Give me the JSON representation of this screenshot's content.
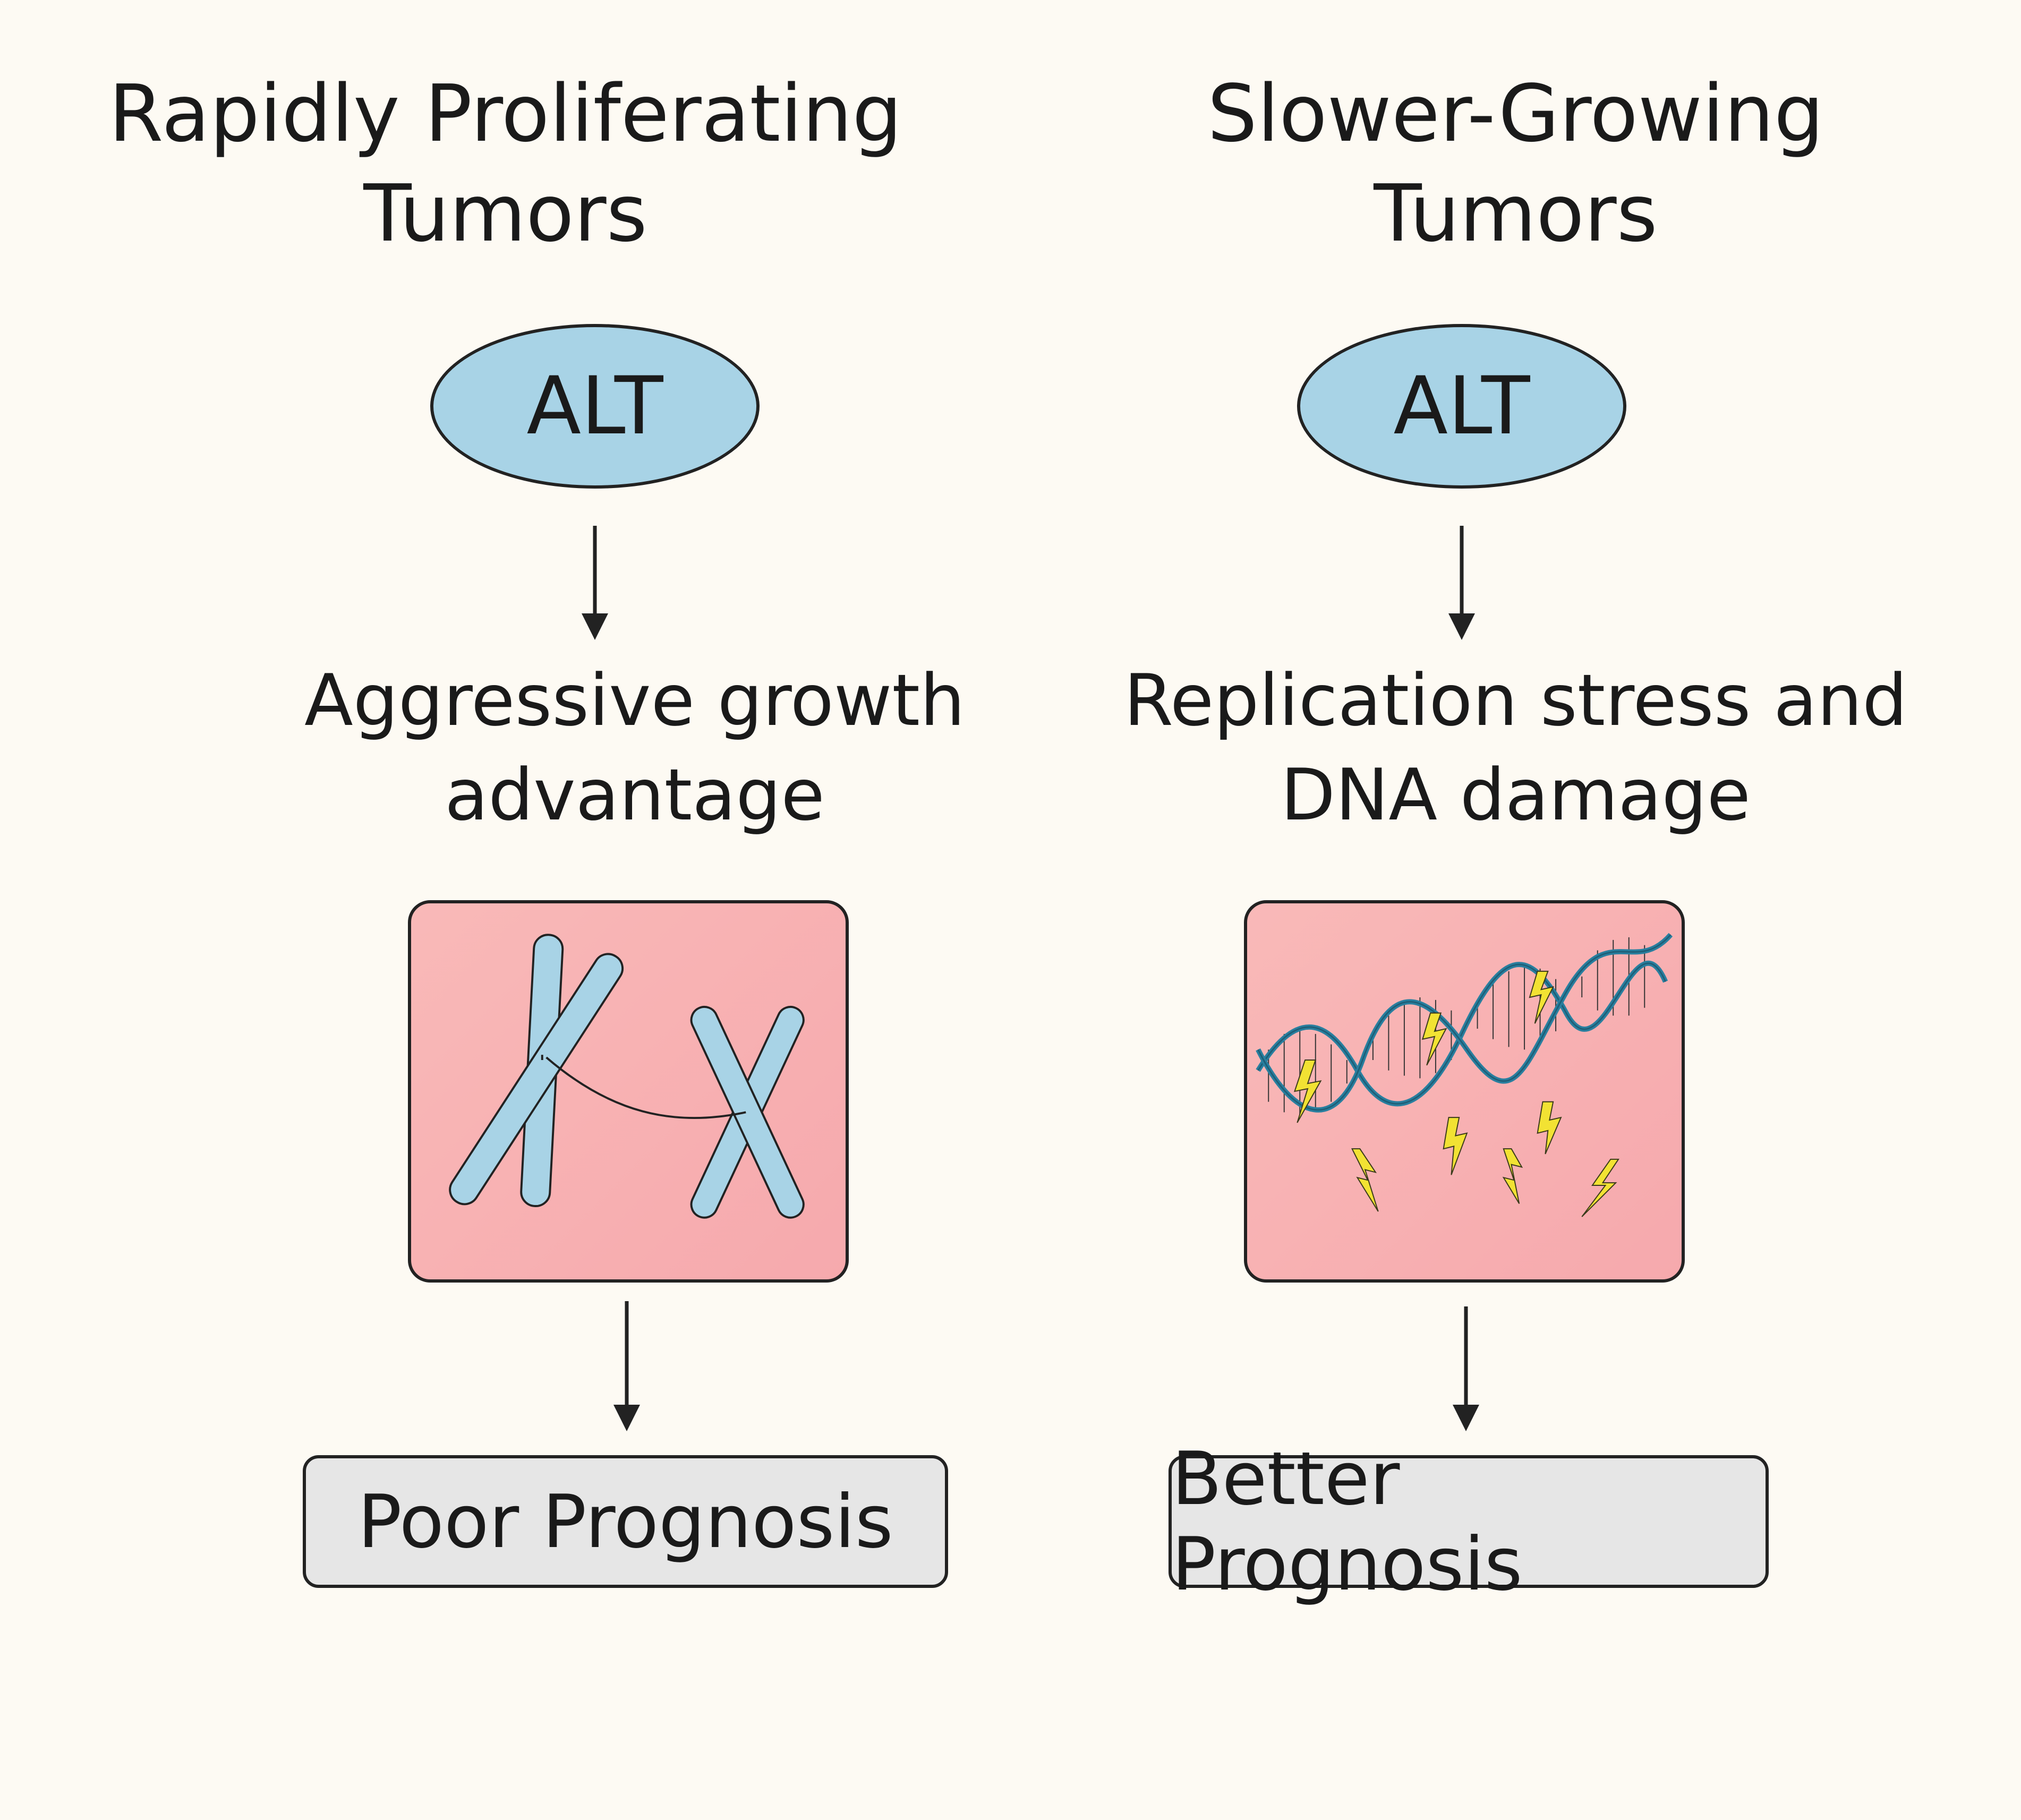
{
  "left": {
    "title_line1": "Rapidly Proliferating",
    "title_line2": "Tumors",
    "node_label": "ALT",
    "effect_line1": "Aggressive growth",
    "effect_line2": "advantage",
    "illustration_icon": "chromosome-bridge-icon",
    "outcome_label": "Poor Prognosis"
  },
  "right": {
    "title_line1": "Slower-Growing",
    "title_line2": "Tumors",
    "node_label": "ALT",
    "effect_line1": "Replication stress and",
    "effect_line2": "DNA damage",
    "illustration_icon": "damaged-dna-icon",
    "outcome_label": "Better Prognosis"
  },
  "colors": {
    "background": "#fdfaf3",
    "node_fill": "#a8d3e6",
    "panel_fill": "#f9b9b8",
    "chromosome_fill": "#a8d3e6",
    "dna_strand": "#2a7f9f",
    "lightning": "#f2e233",
    "outcome_fill": "#e6e6e6",
    "stroke": "#222222"
  }
}
